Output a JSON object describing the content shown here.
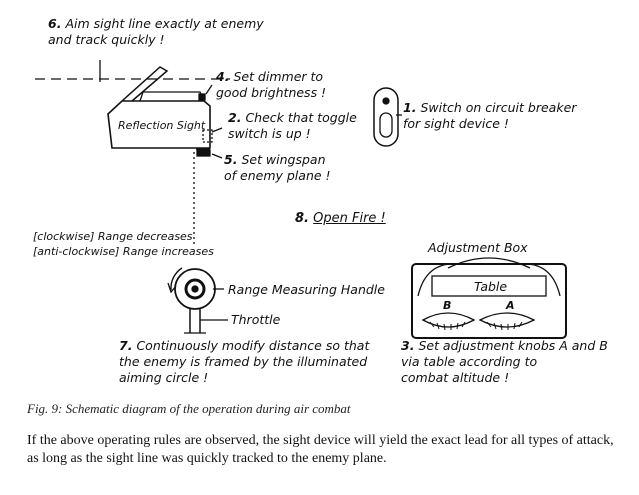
{
  "steps": {
    "s6": {
      "num": "6.",
      "line1": "Aim sight line exactly at enemy",
      "line2": "and track quickly !"
    },
    "s4": {
      "num": "4.",
      "line1": "Set dimmer to",
      "line2": "good brightness !"
    },
    "s2": {
      "num": "2.",
      "line1": "Check that toggle",
      "line2": "switch is up !"
    },
    "s1": {
      "num": "1.",
      "line1": "Switch on circuit breaker",
      "line2": "for sight device !"
    },
    "s5": {
      "num": "5.",
      "line1": "Set wingspan",
      "line2": "of enemy plane !"
    },
    "s8": {
      "num": "8.",
      "text": "Open Fire !"
    },
    "s7": {
      "num": "7.",
      "line1": "Continuously modify distance so that",
      "line2": "the enemy is framed by the illuminated",
      "line3": "aiming circle !"
    },
    "s3": {
      "num": "3.",
      "line1": "Set adjustment knobs A and B",
      "line2": "via table according to",
      "line3": "combat altitude !"
    }
  },
  "labels": {
    "reflection_sight": "Reflection Sight",
    "range_decreases": "[clockwise] Range decreases",
    "range_increases": "[anti-clockwise] Range increases",
    "range_handle": "Range Measuring Handle",
    "throttle": "Throttle",
    "adjustment_box": "Adjustment Box",
    "table": "Table",
    "knob_a": "A",
    "knob_b": "B"
  },
  "caption": "Fig. 9: Schematic diagram of the operation during air combat",
  "paragraph": "If the above operating rules are observed, the sight device will yield the exact lead for all types of attack, as long as the sight line was quickly tracked to the enemy plane."
}
